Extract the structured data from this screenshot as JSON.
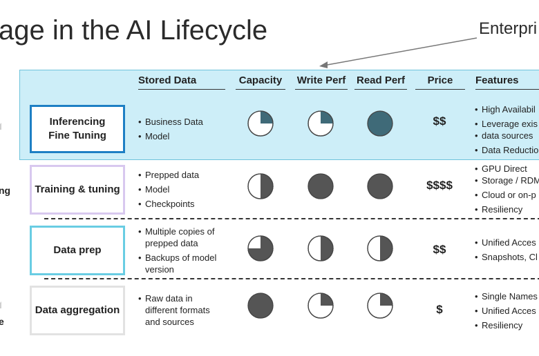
{
  "title": "age in the AI Lifecycle",
  "callout": "Enterpri",
  "headers": {
    "stored_data": "Stored Data",
    "capacity": "Capacity",
    "write_perf": "Write Perf",
    "read_perf": "Read Perf",
    "price": "Price",
    "features": "Features"
  },
  "rows": [
    {
      "stage": "Inferencing\nFine Tuning",
      "data": [
        "Business Data",
        "Model"
      ],
      "capacity": 0.25,
      "write": 0.25,
      "read": 1.0,
      "price": "$$",
      "features": [
        "High Availabil",
        "Leverage exis",
        "data sources",
        "Data Reductio"
      ]
    },
    {
      "stage": "Training & tuning",
      "data": [
        "Prepped data",
        "Model",
        "Checkpoints"
      ],
      "capacity": 0.5,
      "write": 1.0,
      "read": 1.0,
      "price": "$$$$",
      "features": [
        "GPU Direct",
        "Storage / RDM",
        "Cloud or on-p",
        "Resiliency"
      ]
    },
    {
      "stage": "Data prep",
      "data": [
        "Multiple copies of prepped data",
        "Backups of model version"
      ],
      "capacity": 0.75,
      "write": 0.5,
      "read": 0.5,
      "price": "$$",
      "features": [
        "Unified Acces",
        "Snapshots, Cl"
      ]
    },
    {
      "stage": "Data aggregation",
      "data": [
        "Raw data in different formats and sources"
      ],
      "capacity": 1.0,
      "write": 0.25,
      "read": 0.25,
      "price": "$",
      "features": [
        "Single Names",
        "Unified Acces",
        "Resiliency"
      ]
    }
  ],
  "left_fragments": [
    "ng",
    "e"
  ],
  "colors": {
    "highlight_band": "#cdeef8",
    "pie_fill": "#555555",
    "pie_fill_highlight": "#3f6a78",
    "border_inference": "#1d7fc4",
    "border_training": "#d8c8ef",
    "border_prep": "#69cde3",
    "border_aggregation": "#e2e2e2"
  }
}
